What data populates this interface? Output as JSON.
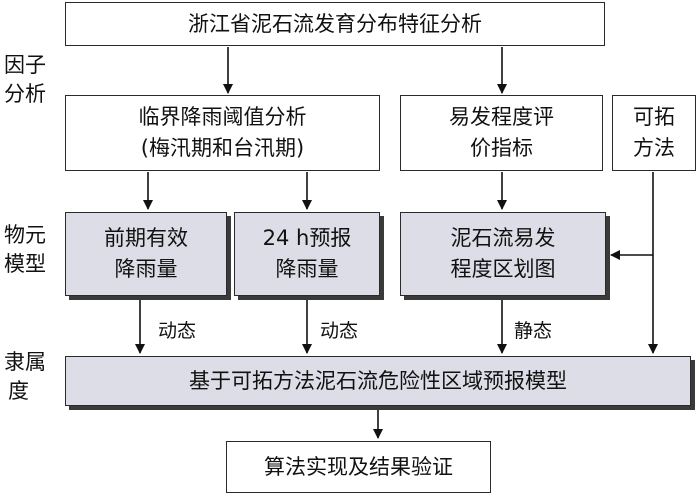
{
  "diagram": {
    "title": "浙江省泥石流发育分布特征分析",
    "side_labels": {
      "factor": [
        "因子",
        "分析"
      ],
      "matter": [
        "物元",
        "模型"
      ],
      "membership": [
        "隶属",
        "度"
      ]
    },
    "nodes": {
      "threshold": [
        "临界降雨阈值分析",
        "(梅汛期和台汛期)"
      ],
      "susceptibility": [
        "易发程度评",
        "价指标"
      ],
      "extension": [
        "可拓",
        "方法"
      ],
      "early_rain": [
        "前期有效",
        "降雨量"
      ],
      "forecast_rain": [
        "24 h预报",
        "降雨量"
      ],
      "zoning_map": [
        "泥石流易发",
        "程度区划图"
      ],
      "model": "基于可拓方法泥石流危险性区域预报模型",
      "validation": "算法实现及结果验证"
    },
    "edge_labels": {
      "dynamic_1": "动态",
      "dynamic_2": "动态",
      "static": "静态"
    }
  }
}
